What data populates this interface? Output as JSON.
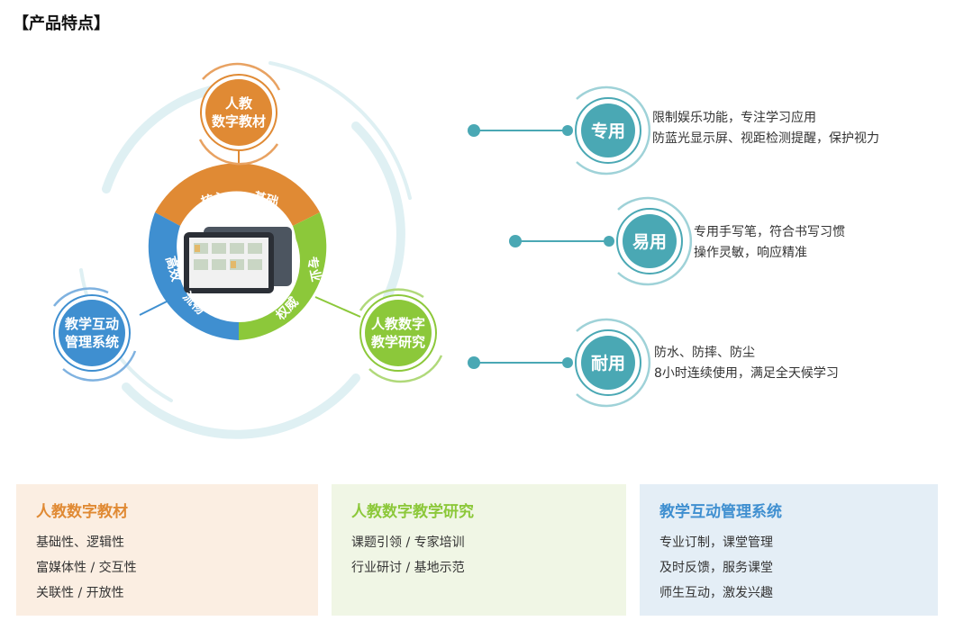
{
  "page": {
    "title": "【产品特点】"
  },
  "colors": {
    "orange": "#e08a34",
    "green": "#8cc83a",
    "blue": "#3f8fd0",
    "teal": "#4aa8b4",
    "ring": "#dff0f3"
  },
  "hub": {
    "top": {
      "line1": "人教",
      "line2": "数字教材"
    },
    "right": {
      "line1": "人教数字",
      "line2": "教学研究"
    },
    "left": {
      "line1": "教学互动",
      "line2": "管理系统"
    },
    "segments": {
      "orange": [
        "核心",
        "基础"
      ],
      "green": [
        "专业",
        "权威"
      ],
      "blue": [
        "高效",
        "流畅"
      ]
    }
  },
  "features": [
    {
      "badge": "专用",
      "lines": [
        "限制娱乐功能，专注学习应用",
        "防蓝光显示屏、视距检测提醒，保护视力"
      ]
    },
    {
      "badge": "易用",
      "lines": [
        "专用手写笔，符合书写习惯",
        "操作灵敏，响应精准"
      ]
    },
    {
      "badge": "耐用",
      "lines": [
        "防水、防摔、防尘",
        "8小时连续使用，满足全天候学习"
      ]
    }
  ],
  "cards": [
    {
      "title": "人教数字教材",
      "lines": [
        "基础性、逻辑性",
        "富媒体性 / 交互性",
        "关联性 / 开放性"
      ]
    },
    {
      "title": "人教数字教学研究",
      "lines": [
        "课题引领 / 专家培训",
        "行业研讨 / 基地示范"
      ]
    },
    {
      "title": "教学互动管理系统",
      "lines": [
        "专业订制，课堂管理",
        "及时反馈，服务课堂",
        "师生互动，激发兴趣"
      ]
    }
  ]
}
